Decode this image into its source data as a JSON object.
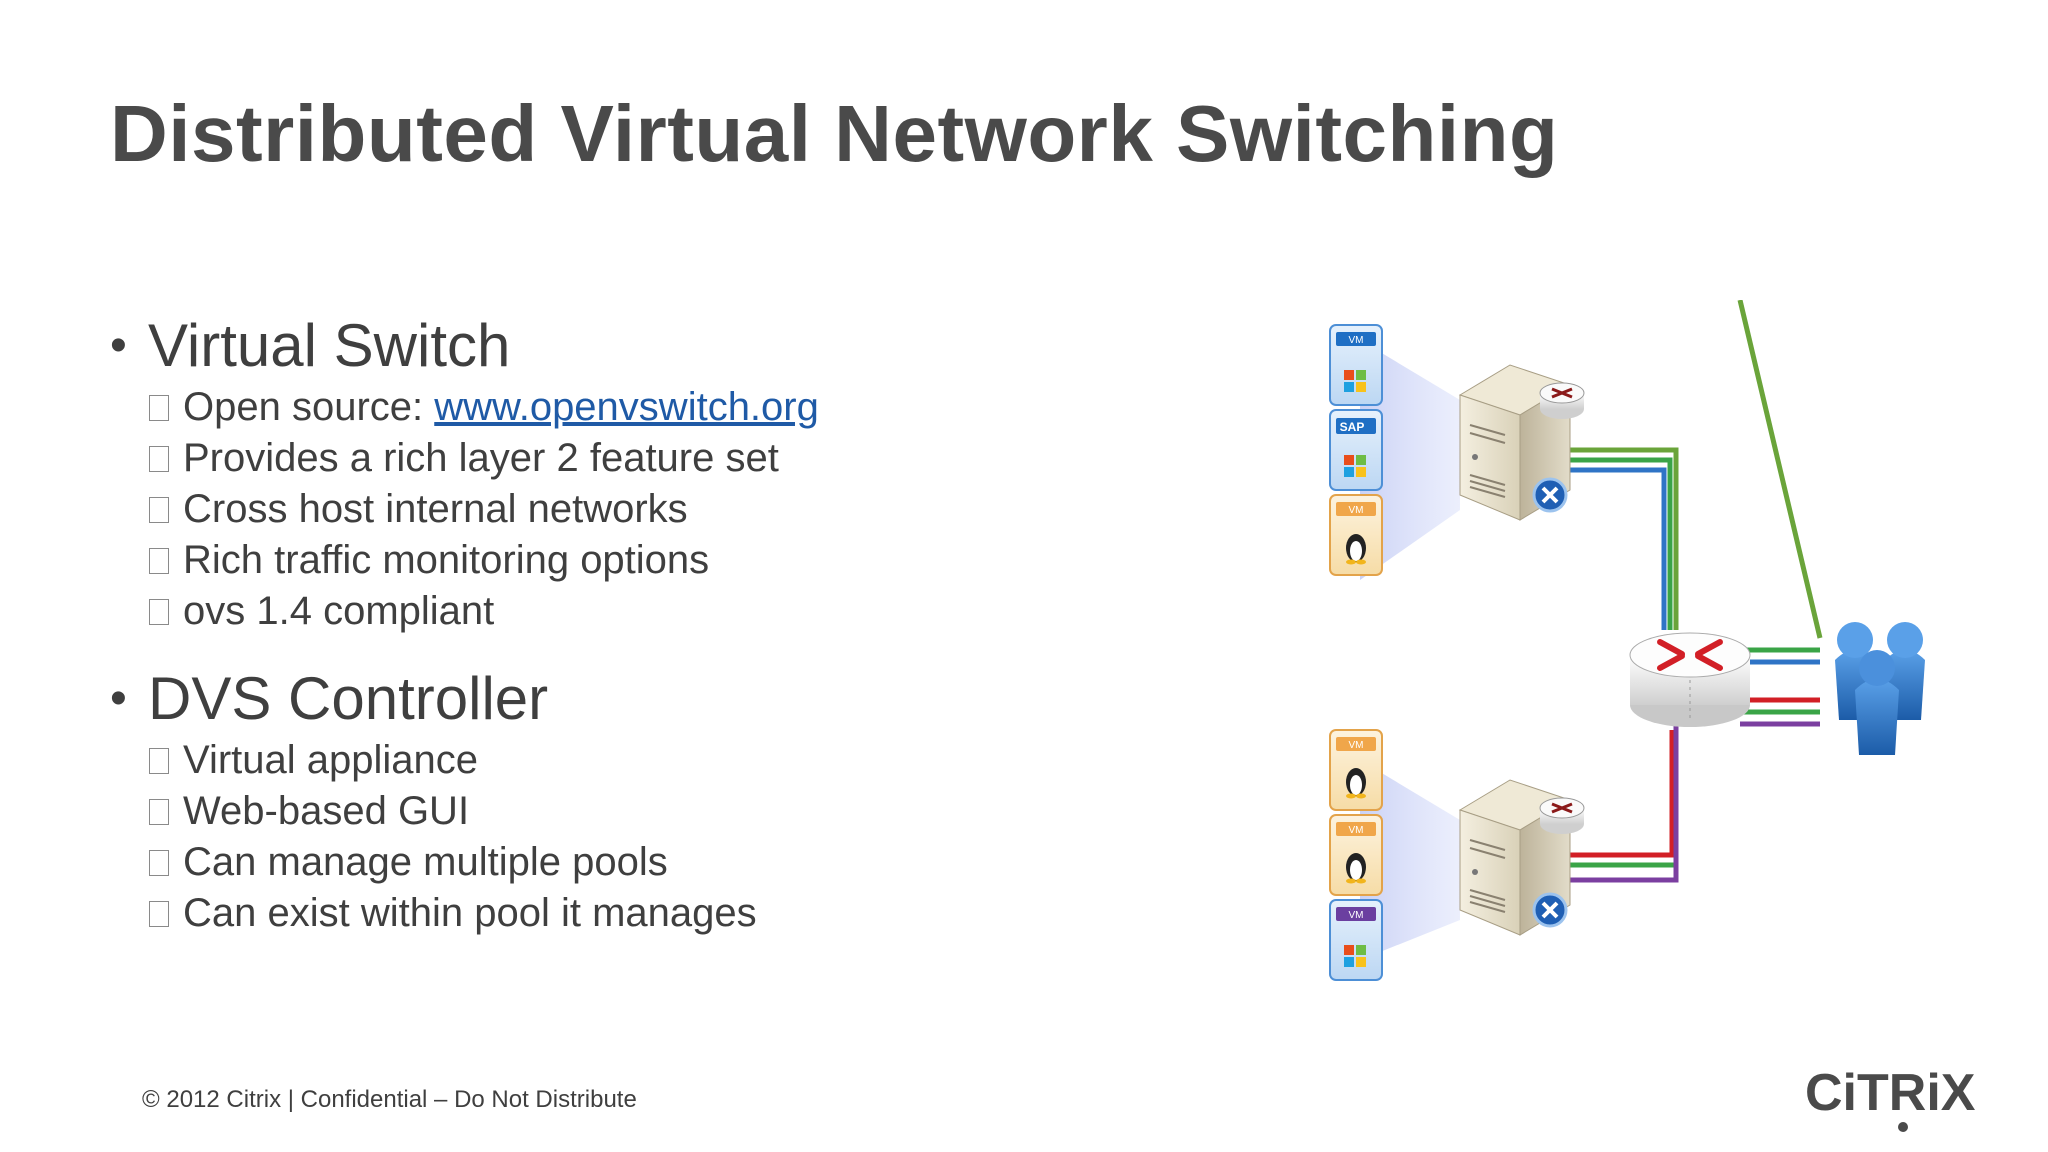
{
  "slide": {
    "title": "Distributed Virtual Network Switching",
    "sections": [
      {
        "heading": "Virtual Switch",
        "items": [
          {
            "text": "Open source: ",
            "link": "www.openvswitch.org"
          },
          {
            "text": "Provides a rich layer 2 feature set"
          },
          {
            "text": "Cross host internal networks"
          },
          {
            "text": "Rich traffic monitoring options"
          },
          {
            "text": "ovs 1.4 compliant"
          }
        ]
      },
      {
        "heading": "DVS Controller",
        "items": [
          {
            "text": "Virtual appliance"
          },
          {
            "text": "Web-based GUI"
          },
          {
            "text": "Can manage multiple pools"
          },
          {
            "text": "Can exist within pool it manages"
          }
        ]
      }
    ],
    "footer": "© 2012 Citrix | Confidential – Do Not Distribute",
    "logo_text": "CiTRiX",
    "bullet_char": "•"
  },
  "diagram": {
    "vm_labels": [
      "VM",
      "SAP",
      "VM",
      "VM",
      "VM",
      "VM"
    ],
    "icons": [
      "windows-vm-icon",
      "sap-windows-vm-icon",
      "linux-vm-icon",
      "linux-vm-icon",
      "linux-vm-icon",
      "windows-vm-icon",
      "server-icon",
      "router-icon",
      "users-icon",
      "xenserver-icon"
    ],
    "colors": {
      "green": "#3aa447",
      "dark_green": "#6aa43a",
      "blue": "#2f74c6",
      "red": "#d21f26",
      "purple": "#7b3fa0",
      "vm_blue": "#1f6fc4",
      "vm_orange": "#f0a64a",
      "vm_purple": "#6b3fa0"
    }
  }
}
